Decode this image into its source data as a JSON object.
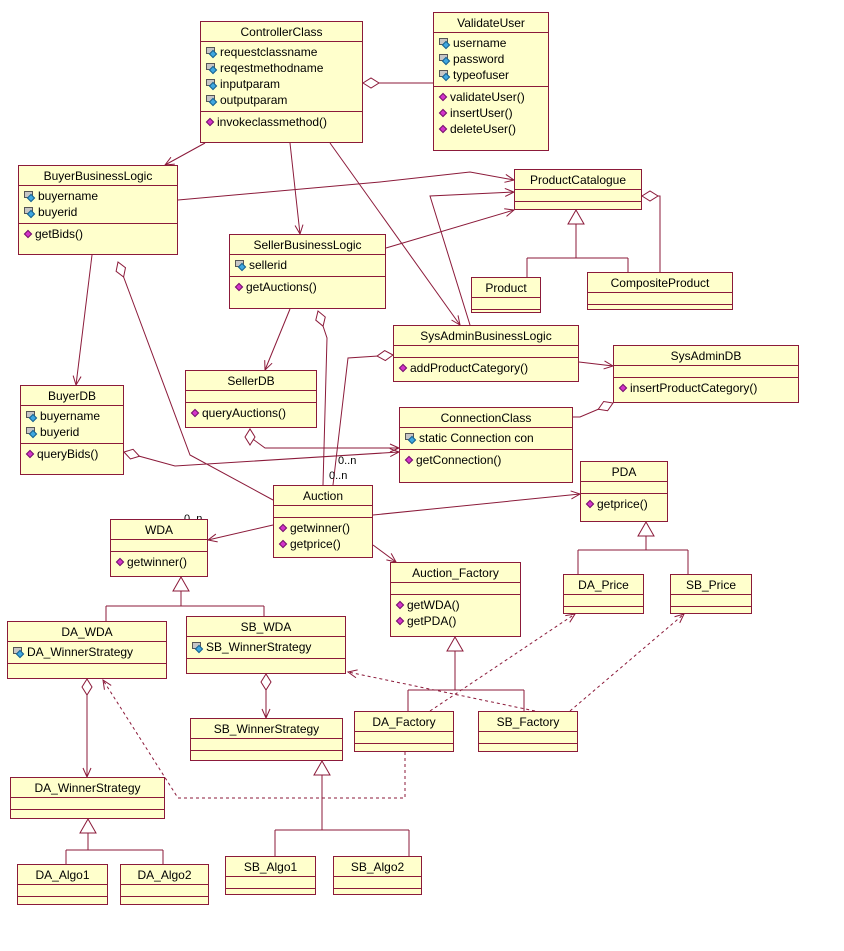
{
  "classes": [
    {
      "id": "controller",
      "name": "ControllerClass",
      "attributes": [
        "requestclassname",
        "reqestmethodname",
        "inputparam",
        "outputparam"
      ],
      "operations": [
        "invokeclassmethod()"
      ]
    },
    {
      "id": "validateuser",
      "name": "ValidateUser",
      "attributes": [
        "username",
        "password",
        "typeofuser"
      ],
      "operations": [
        "validateUser()",
        "insertUser()",
        "deleteUser()"
      ]
    },
    {
      "id": "buyerbl",
      "name": "BuyerBusinessLogic",
      "attributes": [
        "buyername",
        "buyerid"
      ],
      "operations": [
        "getBids()"
      ]
    },
    {
      "id": "productcatalogue",
      "name": "ProductCatalogue",
      "attributes": [],
      "operations": []
    },
    {
      "id": "sellerbl",
      "name": "SellerBusinessLogic",
      "attributes": [
        "sellerid"
      ],
      "operations": [
        "getAuctions()"
      ]
    },
    {
      "id": "product",
      "name": "Product",
      "attributes": [],
      "operations": []
    },
    {
      "id": "compositeproduct",
      "name": "CompositeProduct",
      "attributes": [],
      "operations": []
    },
    {
      "id": "sysadminbl",
      "name": "SysAdminBusinessLogic",
      "attributes": [],
      "operations": [
        "addProductCategory()"
      ]
    },
    {
      "id": "sysadmindb",
      "name": "SysAdminDB",
      "attributes": [],
      "operations": [
        "insertProductCategory()"
      ]
    },
    {
      "id": "sellerdb",
      "name": "SellerDB",
      "attributes": [],
      "operations": [
        "queryAuctions()"
      ]
    },
    {
      "id": "buyerdb",
      "name": "BuyerDB",
      "attributes": [
        "buyername",
        "buyerid"
      ],
      "operations": [
        "queryBids()"
      ]
    },
    {
      "id": "connection",
      "name": "ConnectionClass",
      "attributes": [
        "static Connection con"
      ],
      "operations": [
        "getConnection()"
      ]
    },
    {
      "id": "pda",
      "name": "PDA",
      "attributes": [],
      "operations": [
        "getprice()"
      ]
    },
    {
      "id": "auction",
      "name": "Auction",
      "attributes": [],
      "operations": [
        "getwinner()",
        "getprice()"
      ]
    },
    {
      "id": "wda",
      "name": "WDA",
      "attributes": [],
      "operations": [
        "getwinner()"
      ]
    },
    {
      "id": "auctionfactory",
      "name": "Auction_Factory",
      "attributes": [],
      "operations": [
        "getWDA()",
        "getPDA()"
      ]
    },
    {
      "id": "daprice",
      "name": "DA_Price",
      "attributes": [],
      "operations": []
    },
    {
      "id": "sbprice",
      "name": "SB_Price",
      "attributes": [],
      "operations": []
    },
    {
      "id": "dawda",
      "name": "DA_WDA",
      "attributes": [
        "DA_WinnerStrategy"
      ],
      "operations": []
    },
    {
      "id": "sbwda",
      "name": "SB_WDA",
      "attributes": [
        "SB_WinnerStrategy"
      ],
      "operations": []
    },
    {
      "id": "sbwinner",
      "name": "SB_WinnerStrategy",
      "attributes": [],
      "operations": []
    },
    {
      "id": "dafactory",
      "name": "DA_Factory",
      "attributes": [],
      "operations": []
    },
    {
      "id": "sbfactory",
      "name": "SB_Factory",
      "attributes": [],
      "operations": []
    },
    {
      "id": "dawinner",
      "name": "DA_WinnerStrategy",
      "attributes": [],
      "operations": []
    },
    {
      "id": "daalgo1",
      "name": "DA_Algo1",
      "attributes": [],
      "operations": []
    },
    {
      "id": "daalgo2",
      "name": "DA_Algo2",
      "attributes": [],
      "operations": []
    },
    {
      "id": "sbalgo1",
      "name": "SB_Algo1",
      "attributes": [],
      "operations": []
    },
    {
      "id": "sbalgo2",
      "name": "SB_Algo2",
      "attributes": [],
      "operations": []
    }
  ],
  "multiplicities": [
    {
      "id": "m-auction-conn",
      "text": "0..n"
    },
    {
      "id": "m-auction-sysadmin",
      "text": "0..n"
    },
    {
      "id": "m-wda-auction",
      "text": "0..n"
    }
  ],
  "colors": {
    "line": "#8b1a3a",
    "fill": "#ffffcc",
    "attribute_key": "#3fa7e0",
    "operation_icon": "#d433c9"
  }
}
